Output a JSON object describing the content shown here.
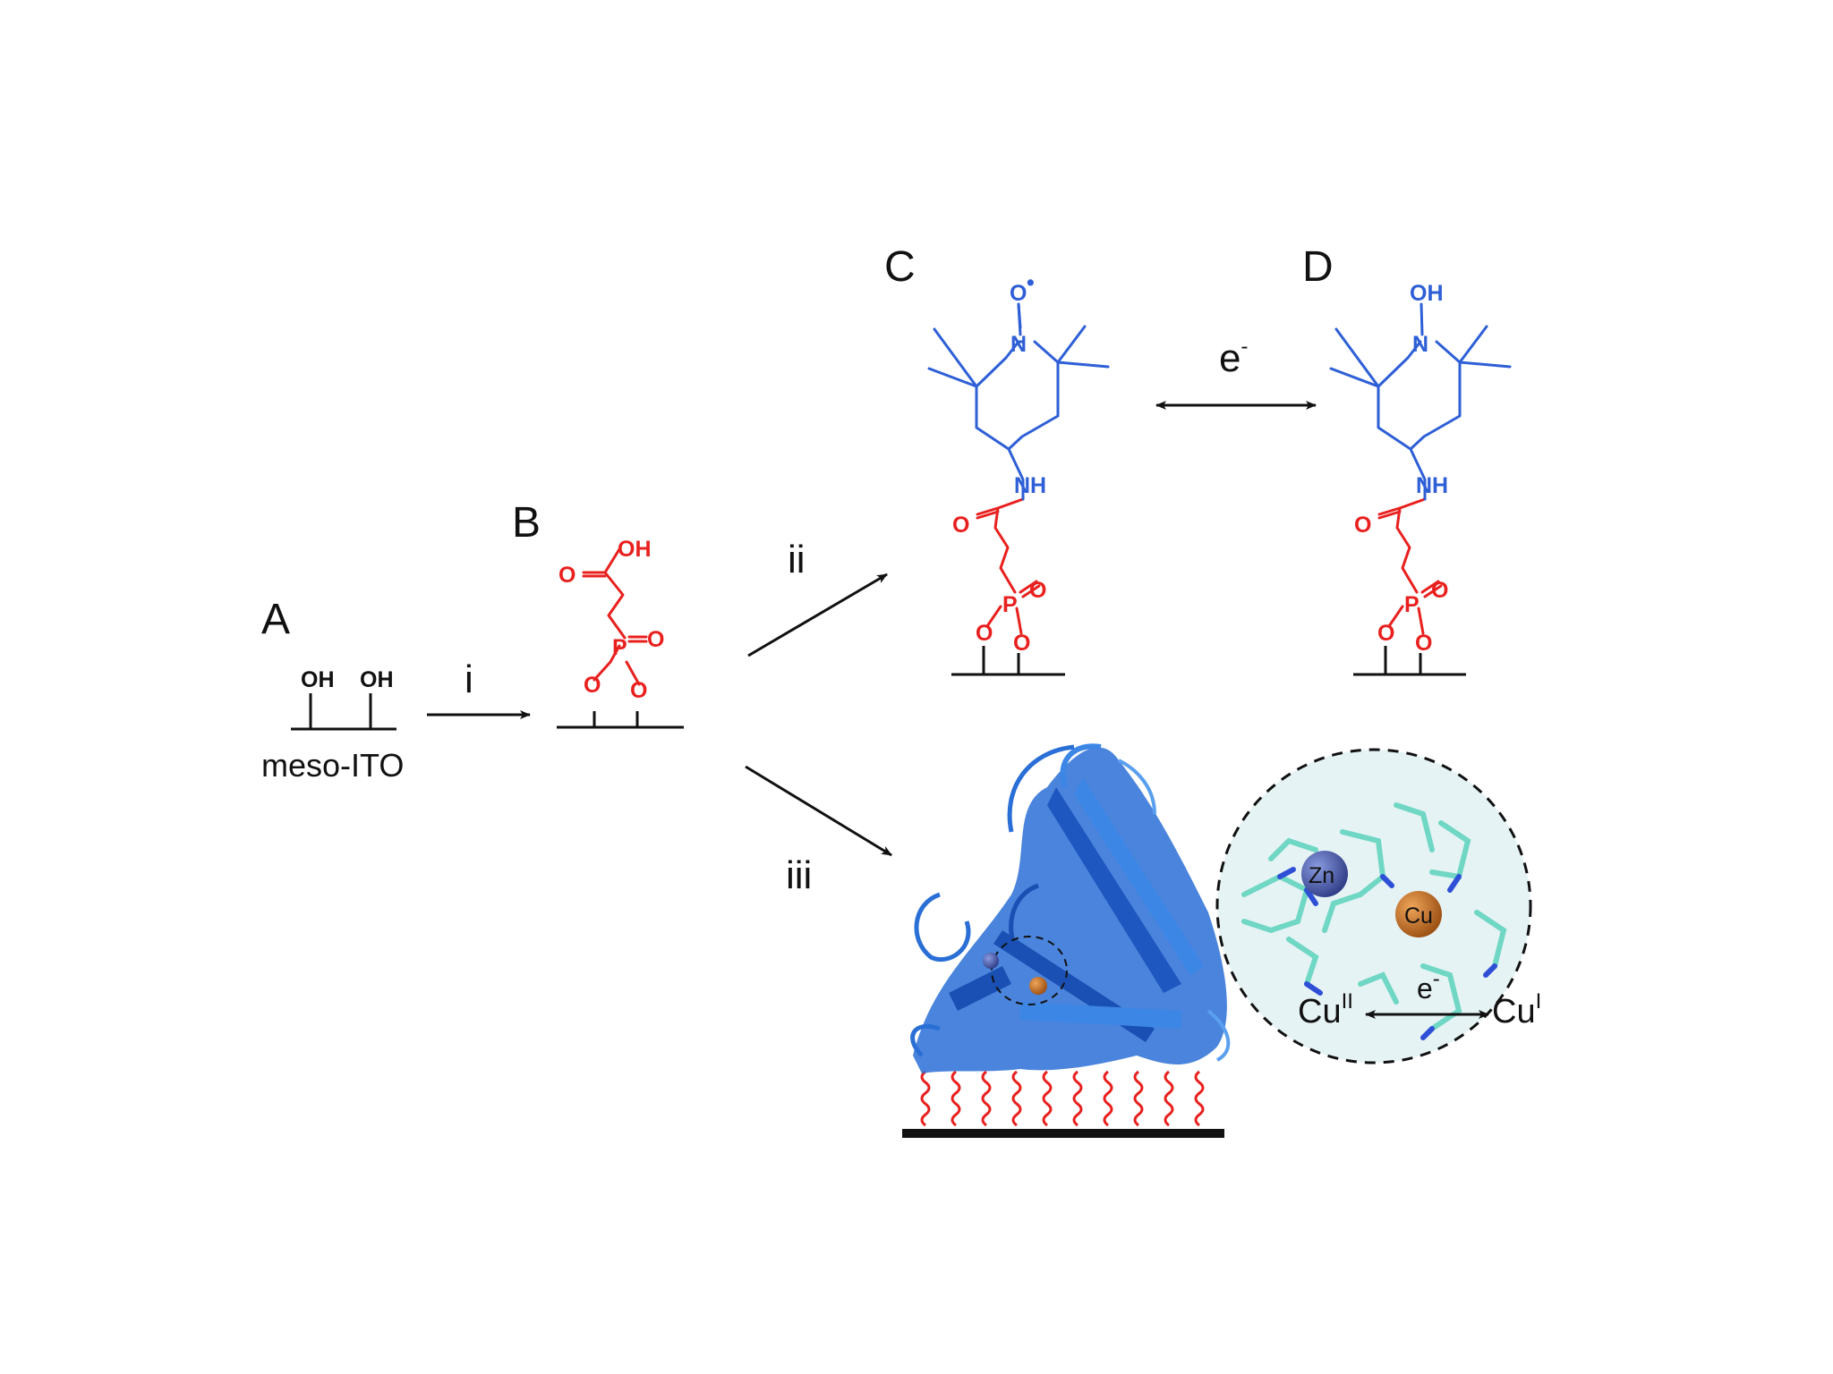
{
  "panels": {
    "a": "A",
    "b": "B",
    "c": "C",
    "d": "D"
  },
  "steps": {
    "i": "i",
    "ii": "ii",
    "iii": "iii"
  },
  "surface_label": "meso-ITO",
  "atoms": {
    "hydroxyl": "OH",
    "oxygen": "O",
    "phosphorus": "P",
    "nitrogen": "N",
    "amide": "NH",
    "radical_dot": "•"
  },
  "electron_label": {
    "base": "e",
    "sup": "-"
  },
  "metal_sites": {
    "zn": "Zn",
    "cu": "Cu"
  },
  "cu_redox": {
    "left_base": "Cu",
    "left_sup": "II",
    "right_base": "Cu",
    "right_sup": "I"
  },
  "colors": {
    "linker": "#e8201e",
    "tempo": "#2e5fd6",
    "protein": "#2a6fd6",
    "zn": "#3f4f9c",
    "cu": "#c06a1f",
    "residues": "#6fd7c4"
  }
}
